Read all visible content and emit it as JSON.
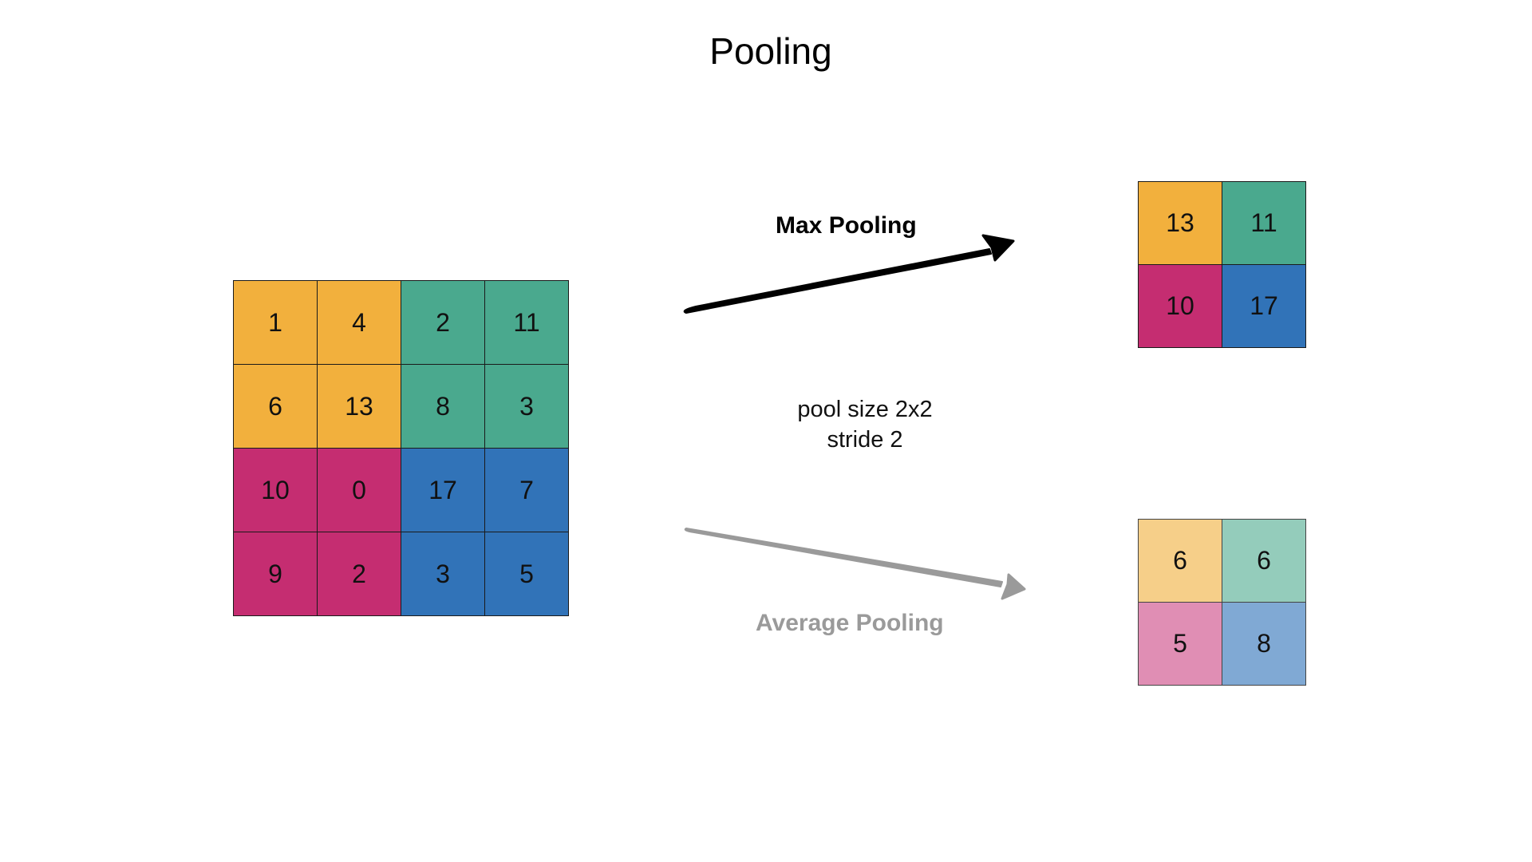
{
  "title": "Pooling",
  "input_matrix": [
    [
      "1",
      "4",
      "2",
      "11"
    ],
    [
      "6",
      "13",
      "8",
      "3"
    ],
    [
      "10",
      "0",
      "17",
      "7"
    ],
    [
      "9",
      "2",
      "3",
      "5"
    ]
  ],
  "max_pooling": {
    "label": "Max Pooling",
    "output": [
      [
        "13",
        "11"
      ],
      [
        "10",
        "17"
      ]
    ]
  },
  "average_pooling": {
    "label": "Average Pooling",
    "output": [
      [
        "6",
        "6"
      ],
      [
        "5",
        "8"
      ]
    ]
  },
  "params": {
    "line1": "pool size 2x2",
    "line2": "stride 2"
  },
  "colors": {
    "orange": "#F2B03D",
    "green": "#4AA98E",
    "magenta": "#C52D71",
    "blue": "#3173B8",
    "orange_light": "#F6CF89",
    "green_light": "#94CCBB",
    "magenta_light": "#E08EB4",
    "blue_light": "#80A9D4",
    "arrow_max": "#000000",
    "arrow_avg": "#9a9a9a"
  }
}
